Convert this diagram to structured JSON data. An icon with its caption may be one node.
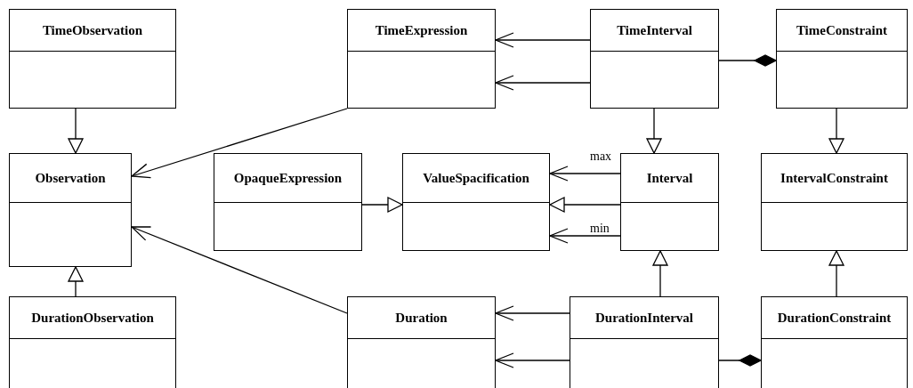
{
  "diagram": {
    "nodes": [
      {
        "text": [
          "TimeObservation"
        ]
      },
      {
        "text": [
          "TimeExpression"
        ]
      },
      {
        "text": [
          "TimeInterval"
        ]
      },
      {
        "text": [
          "TimeConstraint"
        ]
      },
      {
        "text": [
          "Observation"
        ]
      },
      {
        "text": [
          "OpaqueExpression"
        ]
      },
      {
        "text": [
          "ValueSpacification"
        ]
      },
      {
        "text": [
          "Interval"
        ]
      },
      {
        "text": [
          "IntervalConstraint"
        ]
      },
      {
        "text": [
          "DurationObservation"
        ]
      },
      {
        "text": [
          "Duration"
        ]
      },
      {
        "text": [
          "DurationInterval"
        ]
      },
      {
        "text": [
          "DurationConstraint"
        ]
      }
    ],
    "edges": [
      {
        "from": 0,
        "to": 4,
        "arrow": "to"
      },
      {
        "from": 9,
        "to": 4,
        "arrow": "to"
      },
      {
        "from": 1,
        "to": 4,
        "arrow": "to"
      },
      {
        "from": 10,
        "to": 4,
        "arrow": "to"
      },
      {
        "from": 2,
        "to": 1,
        "arrow": "to"
      },
      {
        "from": 2,
        "to": 1,
        "arrow": "to"
      },
      {
        "from": 2,
        "to": 3,
        "arrow": "other"
      },
      {
        "from": 2,
        "to": 7,
        "arrow": "to"
      },
      {
        "from": 3,
        "to": 8,
        "arrow": "to"
      },
      {
        "from": 5,
        "to": 6,
        "arrow": "to"
      },
      {
        "from": 7,
        "to": 6,
        "arrow": "to",
        "label": "max"
      },
      {
        "from": 7,
        "to": 6,
        "arrow": "to"
      },
      {
        "from": 7,
        "to": 6,
        "arrow": "to",
        "label": "min"
      },
      {
        "from": 11,
        "to": 7,
        "arrow": "to"
      },
      {
        "from": 12,
        "to": 8,
        "arrow": "to"
      },
      {
        "from": 11,
        "to": 10,
        "arrow": "to"
      },
      {
        "from": 11,
        "to": 10,
        "arrow": "to"
      },
      {
        "from": 11,
        "to": 12,
        "arrow": "other"
      }
    ]
  }
}
